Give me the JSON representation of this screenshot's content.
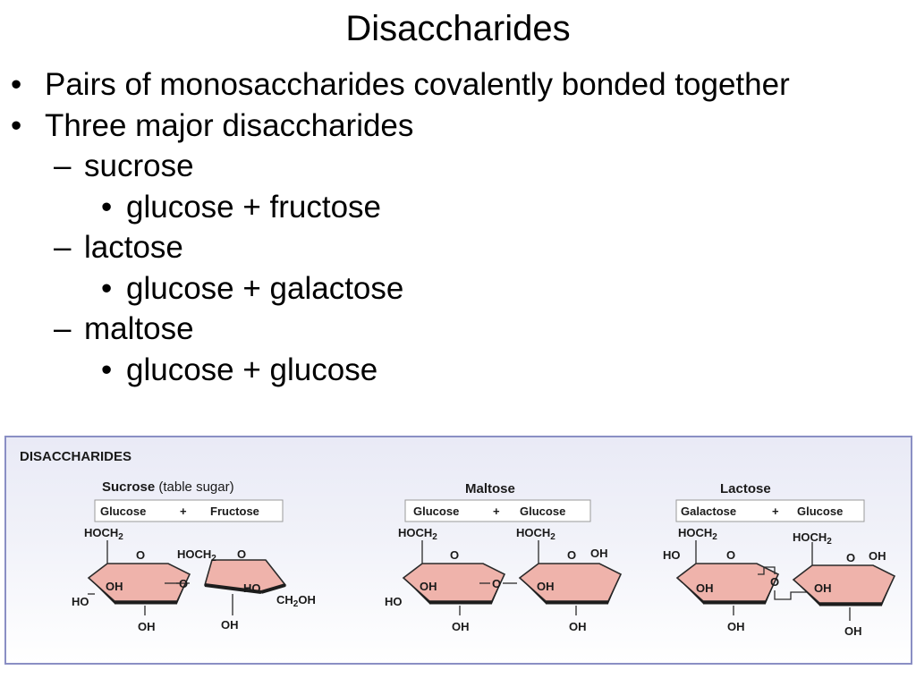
{
  "slide": {
    "title": "Disaccharides",
    "bullets": [
      {
        "mark": "•",
        "text": "Pairs of monosaccharides covalently bonded together"
      },
      {
        "mark": "•",
        "text": "Three major disaccharides"
      }
    ],
    "items": [
      {
        "mark": "–",
        "name": "sucrose",
        "detail_mark": "•",
        "detail": "glucose + fructose"
      },
      {
        "mark": "–",
        "name": "lactose",
        "detail_mark": "•",
        "detail": "glucose + galactose"
      },
      {
        "mark": "–",
        "name": "maltose",
        "detail_mark": "•",
        "detail": "glucose + glucose"
      }
    ]
  },
  "figure": {
    "heading": "DISACCHARIDES",
    "sucrose": {
      "name": "Sucrose",
      "note": "(table sugar)",
      "unit1": "Glucose",
      "plus": "+",
      "unit2": "Fructose"
    },
    "maltose": {
      "name": "Maltose",
      "unit1": "Glucose",
      "plus": "+",
      "unit2": "Glucose"
    },
    "lactose": {
      "name": "Lactose",
      "unit1": "Galactose",
      "plus": "+",
      "unit2": "Glucose"
    },
    "labels": {
      "hoch2": "HOCH",
      "ch2oh": "CH",
      "sub2": "2",
      "oh_suffix": "OH",
      "o": "O",
      "oh": "OH",
      "ho": "HO"
    },
    "colors": {
      "ring_fill": "#efb3ab",
      "ring_stroke": "#2b2b2b",
      "border": "#8a8fc4"
    }
  }
}
